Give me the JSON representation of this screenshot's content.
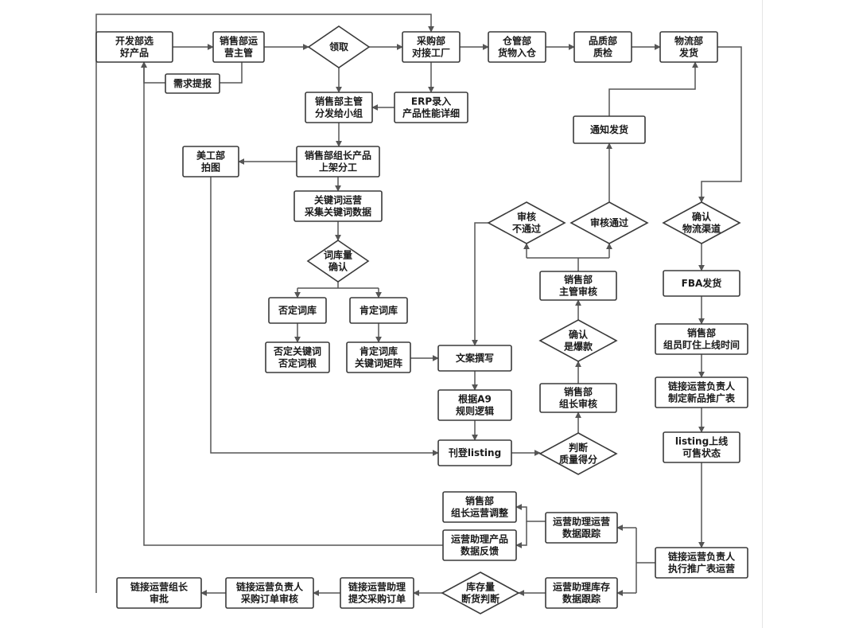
{
  "nodes": {
    "dev_select": [
      "开发部选",
      "好产品"
    ],
    "sales_ops": [
      "销售部运",
      "营主管"
    ],
    "need_report": [
      "需求提报"
    ],
    "claim": [
      "领取"
    ],
    "purchase": [
      "采购部",
      "对接工厂"
    ],
    "warehouse": [
      "仓管部",
      "货物入仓"
    ],
    "quality": [
      "品质部",
      "质检"
    ],
    "logistics": [
      "物流部",
      "发货"
    ],
    "erp": [
      "ERP录入",
      "产品性能详细"
    ],
    "sales_dist": [
      "销售部主管",
      "分发给小组"
    ],
    "art_dept": [
      "美工部",
      "拍图"
    ],
    "leader_assign": [
      "销售部组长产品",
      "上架分工"
    ],
    "keyword_ops": [
      "关键词运营",
      "采集关键词数据"
    ],
    "lexicon_check": [
      "词库量",
      "确认"
    ],
    "neg_lexicon": [
      "否定词库"
    ],
    "pos_lexicon": [
      "肯定词库"
    ],
    "neg_keywords": [
      "否定关键词",
      "否定词根"
    ],
    "pos_keywords": [
      "肯定词库",
      "关键词矩阵"
    ],
    "copywriting": [
      "文案撰写"
    ],
    "a9_rules": [
      "根据A9",
      "规则逻辑"
    ],
    "publish": [
      "刊登listing"
    ],
    "quality_score": [
      "判断",
      "质量得分"
    ],
    "leader_review": [
      "销售部",
      "组长审核"
    ],
    "hot_check": [
      "确认",
      "是爆款"
    ],
    "manager_review": [
      "销售部",
      "主管审核"
    ],
    "review_fail": [
      "审核",
      "不通过"
    ],
    "review_pass": [
      "审核通过"
    ],
    "notify_ship": [
      "通知发货"
    ],
    "confirm_channel": [
      "确认",
      "物流渠道"
    ],
    "fba": [
      "FBA发货"
    ],
    "member_watch": [
      "销售部",
      "组员盯住上线时间"
    ],
    "promo_plan": [
      "链接运营负责人",
      "制定新品推广表"
    ],
    "listing_live": [
      "listing上线",
      "可售状态"
    ],
    "execute_promo": [
      "链接运营负责人",
      "执行推广表运营"
    ],
    "asst_tracking": [
      "运营助理运营",
      "数据跟踪"
    ],
    "leader_adjust": [
      "销售部",
      "组长运营调整"
    ],
    "asst_feedback": [
      "运营助理产品",
      "数据反馈"
    ],
    "inventory_tracking": [
      "运营助理库存",
      "数据跟踪"
    ],
    "stock_check": [
      "库存量",
      "断货判断"
    ],
    "submit_po": [
      "链接运营助理",
      "提交采购订单"
    ],
    "po_review": [
      "链接运营负责人",
      "采购订单审核"
    ],
    "group_approve": [
      "链接运营组长",
      "审批"
    ]
  }
}
